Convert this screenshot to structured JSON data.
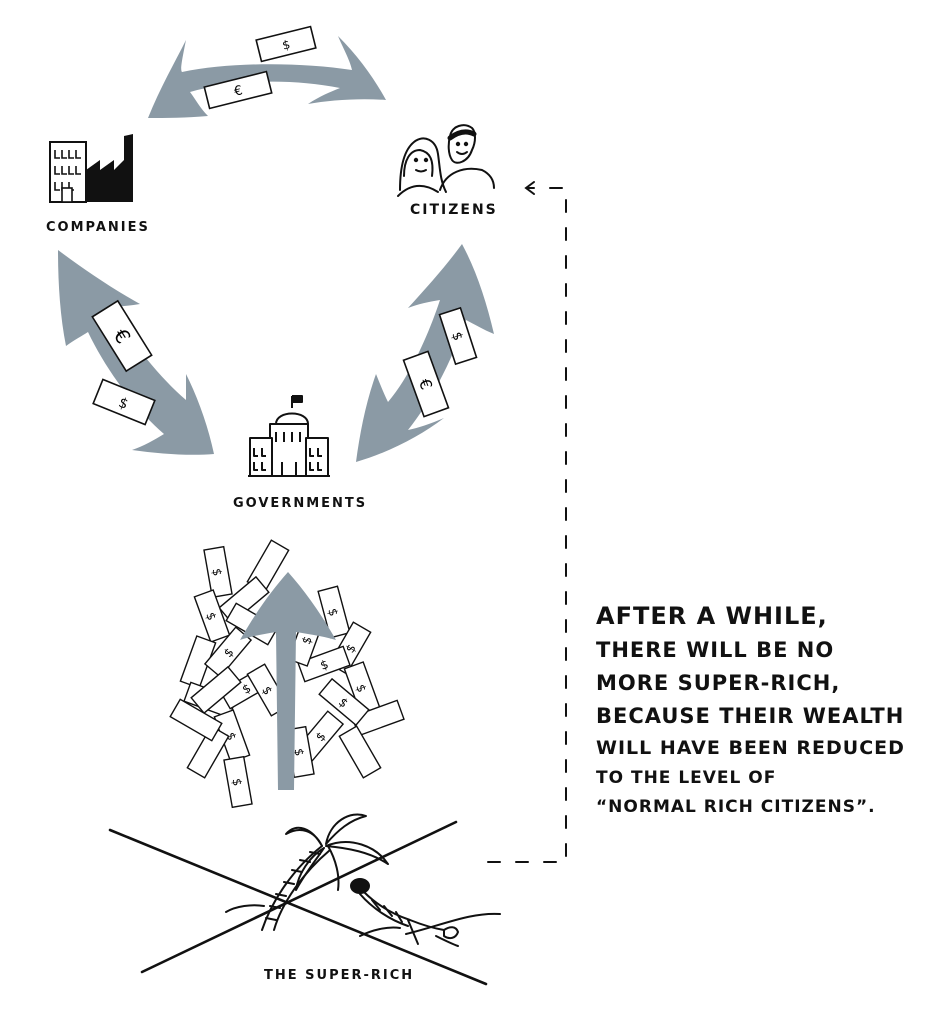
{
  "labels": {
    "companies": "COMPANIES",
    "citizens": "CITIZENS",
    "governments": "GOVERNMENTS",
    "super_rich": "THE SUPER-RICH"
  },
  "note": [
    "AFTER A WHILE,",
    "THERE WILL BE NO",
    "MORE SUPER-RICH,",
    "BECAUSE THEIR WEALTH",
    "WILL HAVE BEEN REDUCED",
    "TO THE LEVEL OF",
    "“NORMAL RICH CITIZENS”."
  ],
  "currency": {
    "dollar": "$",
    "euro": "€"
  },
  "colors": {
    "arrow": "#8b9aa5",
    "ink": "#111111",
    "paper": "#ffffff"
  },
  "icons": [
    "factory-icon",
    "citizens-icon",
    "government-building-icon",
    "money-pile-icon",
    "palm-tree-icon",
    "sunbather-icon",
    "cross-out-mark"
  ]
}
